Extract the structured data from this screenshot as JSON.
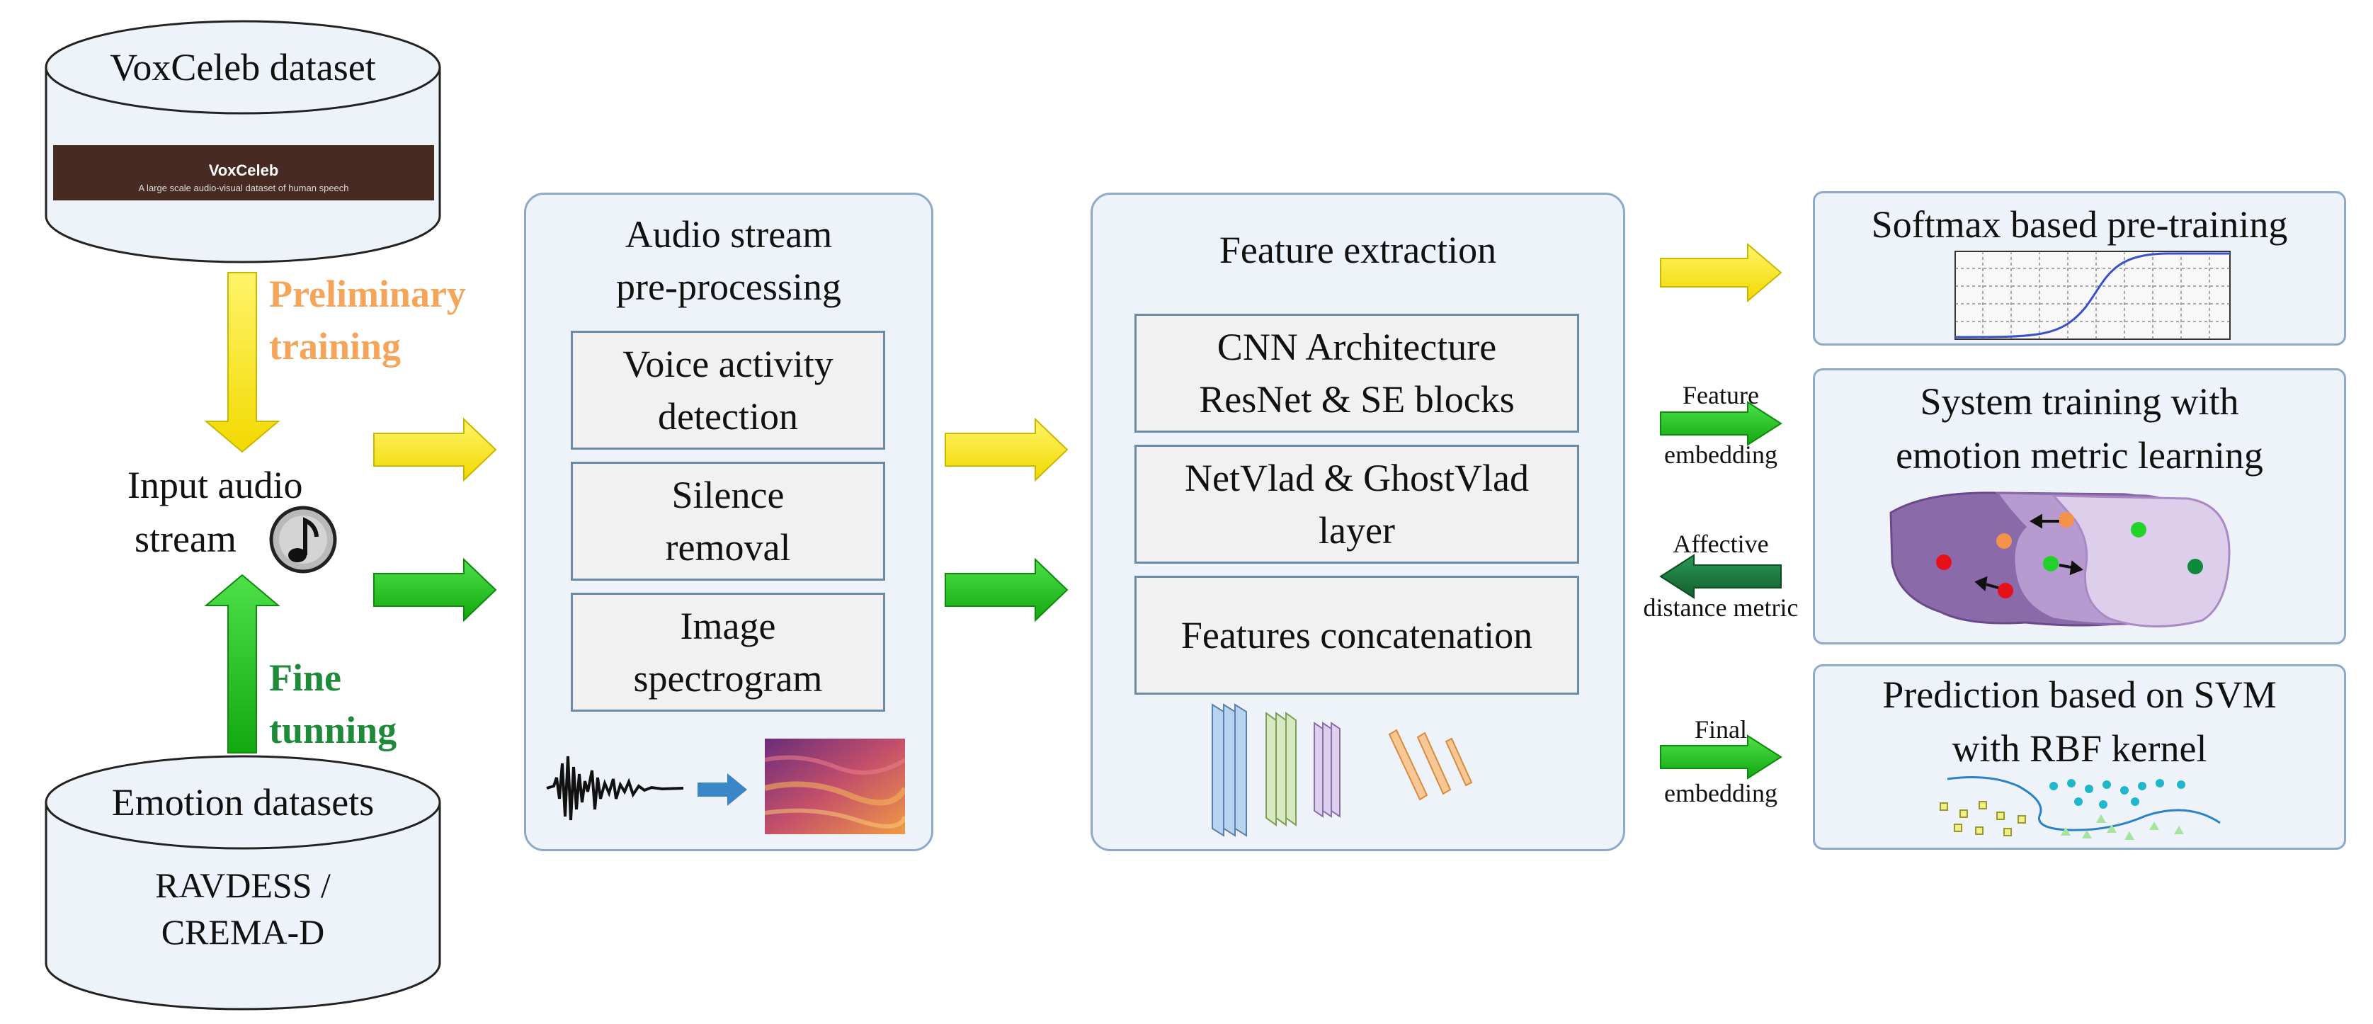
{
  "voxceleb": {
    "title": "VoxCeleb dataset",
    "banner_title": "VoxCeleb",
    "banner_subtitle": "A large scale audio-visual dataset of human speech"
  },
  "emotion": {
    "title": "Emotion datasets",
    "line1": "RAVDESS /",
    "line2": "CREMA-D"
  },
  "left": {
    "preliminary_line1": "Preliminary",
    "preliminary_line2": "training",
    "fine_line1": "Fine",
    "fine_line2": "tunning",
    "input_line1": "Input audio",
    "input_line2": "stream"
  },
  "preprocessing": {
    "title_line1": "Audio stream",
    "title_line2": "pre-processing",
    "steps": [
      {
        "line1": "Voice activity",
        "line2": "detection"
      },
      {
        "line1": "Silence",
        "line2": "removal"
      },
      {
        "line1": "Image",
        "line2": "spectrogram"
      }
    ]
  },
  "features": {
    "title": "Feature extraction",
    "blocks": [
      {
        "line1": "CNN Architecture",
        "line2": "ResNet & SE blocks"
      },
      {
        "line1": "NetVlad & GhostVlad",
        "line2": "layer"
      },
      {
        "line1": "Features concatenation",
        "line2": ""
      }
    ]
  },
  "right": {
    "softmax_title": "Softmax based pre-training",
    "training_line1": "System training with",
    "training_line2": "emotion metric learning",
    "svm_line1": "Prediction based on SVM",
    "svm_line2": "with RBF kernel",
    "feature_label": "Feature",
    "embedding_label": "embedding",
    "affective_label": "Affective",
    "distance_label": "distance metric",
    "final_label": "Final",
    "final_embedding_label": "embedding"
  },
  "colors": {
    "yellow_arrow": "#f7e81c",
    "green_arrow": "#22c51e",
    "dark_green_arrow": "#1a7a3c",
    "preliminary_text": "#f5a55a",
    "fine_text": "#1e8a3a",
    "panel_fill": "#eef3fa",
    "panel_border": "#8fa9c9"
  },
  "icons": [
    "music-note-icon",
    "waveform-icon",
    "spectrogram-icon",
    "cnn-layers-icon",
    "sigmoid-plot-icon",
    "cluster-plot-icon",
    "svm-scatter-icon"
  ]
}
